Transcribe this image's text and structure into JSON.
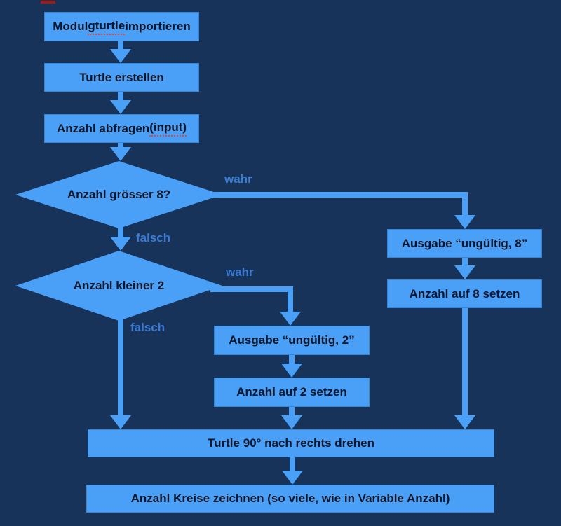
{
  "colors": {
    "background": "#17335A",
    "node_fill": "#4AA0F7",
    "node_text": "#0A1529",
    "connector": "#4AA0F7",
    "branch_label": "#3B7BD4",
    "spellcheck_underline": "#E0453A",
    "top_artifact": "#9E1C13"
  },
  "nodes": {
    "import": {
      "pre": "Modul ",
      "misspelled": "gturtle",
      "post": " importieren"
    },
    "create": "Turtle erstellen",
    "ask": {
      "pre": "Anzahl abfragen ",
      "misspelled": "(input)",
      "post": ""
    },
    "check8": "Anzahl grösser 8?",
    "check2": "Anzahl kleiner 2",
    "out8": "Ausgabe “ungültig, 8”",
    "set8": "Anzahl auf 8 setzen",
    "out2": "Ausgabe “ungültig, 2”",
    "set2": "Anzahl auf 2 setzen",
    "turn": "Turtle 90° nach rechts drehen",
    "draw": "Anzahl Kreise zeichnen (so viele, wie in Variable Anzahl)"
  },
  "branch_labels": {
    "check8_true": "wahr",
    "check8_false": "falsch",
    "check2_true": "wahr",
    "check2_false": "falsch"
  }
}
